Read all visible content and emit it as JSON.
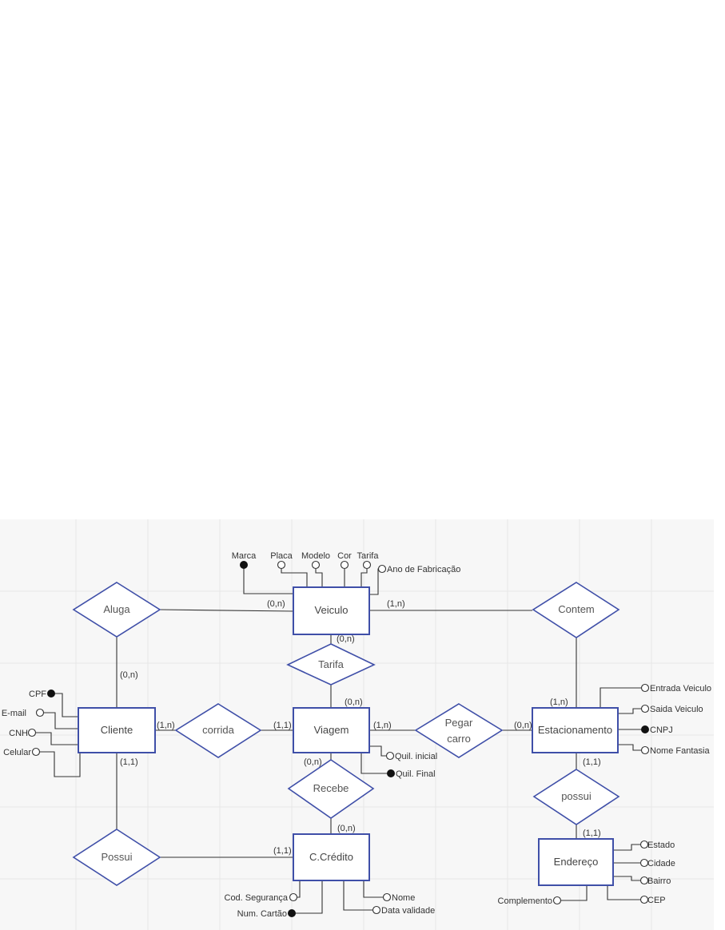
{
  "colors": {
    "entity_border": "#3f4fa8",
    "line": "#333333",
    "canvas_bg": "#f7f7f7",
    "page_bg": "#ffffff"
  },
  "entities": {
    "veiculo": "Veiculo",
    "cliente": "Cliente",
    "viagem": "Viagem",
    "estacionamento": "Estacionamento",
    "ccredito": "C.Crédito",
    "endereco": "Endereço"
  },
  "relationships": {
    "aluga": "Aluga",
    "contem": "Contem",
    "tarifa": "Tarifa",
    "corrida": "corrida",
    "pegar_carro_line1": "Pegar",
    "pegar_carro_line2": "carro",
    "recebe": "Recebe",
    "possui_cliente": "Possui",
    "possui_estacionamento": "possui"
  },
  "attributes": {
    "veiculo": {
      "marca": "Marca",
      "placa": "Placa",
      "modelo": "Modelo",
      "cor": "Cor",
      "tarifa": "Tarifa",
      "ano_fabricacao": "Ano de Fabricação"
    },
    "cliente": {
      "cpf": "CPF",
      "email": "E-mail",
      "cnh": "CNH",
      "celular": "Celular"
    },
    "viagem": {
      "quil_inicial": "Quil. inicial",
      "quil_final": "Quil. Final"
    },
    "estacionamento": {
      "entrada_veiculo": "Entrada Veiculo",
      "saida_veiculo": "Saida Veiculo",
      "cnpj": "CNPJ",
      "nome_fantasia": "Nome Fantasia"
    },
    "ccredito": {
      "cod_seguranca": "Cod. Segurança",
      "num_cartao": "Num. Cartão",
      "nome": "Nome",
      "data_validade": "Data validade"
    },
    "endereco": {
      "estado": "Estado",
      "cidade": "Cidade",
      "bairro": "Bairro",
      "cep": "CEP",
      "complemento": "Complemento"
    }
  },
  "cardinalities": {
    "veiculo_aluga": "(0,n)",
    "veiculo_contem": "(1,n)",
    "veiculo_tarifa": "(0,n)",
    "cliente_aluga": "(0,n)",
    "cliente_corrida": "(1,n)",
    "cliente_possui": "(1,1)",
    "viagem_corrida": "(1,1)",
    "viagem_tarifa": "(0,n)",
    "viagem_pegar": "(1,n)",
    "viagem_recebe": "(0,n)",
    "estacionamento_contem": "(1,n)",
    "estacionamento_pegar": "(0,n)",
    "estacionamento_possui": "(1,1)",
    "ccredito_recebe": "(0,n)",
    "ccredito_possui": "(1,1)",
    "endereco_possui": "(1,1)"
  }
}
